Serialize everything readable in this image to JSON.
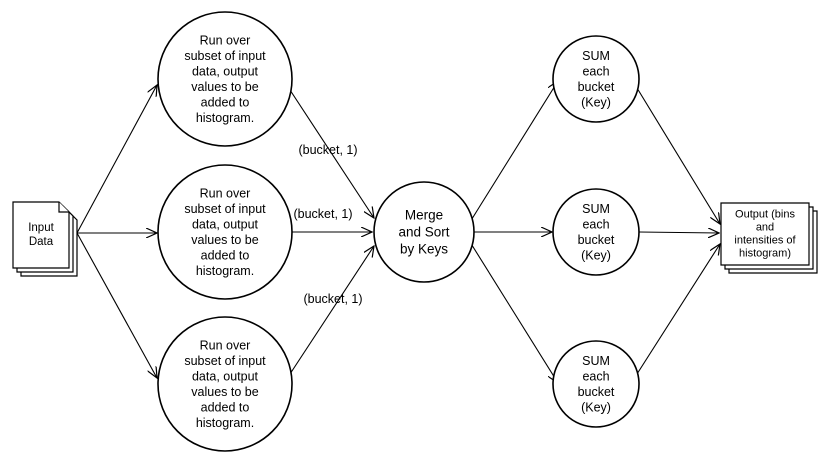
{
  "input": {
    "lines": [
      "Input",
      "Data"
    ]
  },
  "mappers": [
    {
      "lines": [
        "Run over",
        "subset of input",
        "data, output",
        "values to be",
        "added to",
        "histogram."
      ]
    },
    {
      "lines": [
        "Run over",
        "subset of input",
        "data, output",
        "values to be",
        "added to",
        "histogram."
      ]
    },
    {
      "lines": [
        "Run over",
        "subset of input",
        "data, output",
        "values to be",
        "added to",
        "histogram."
      ]
    }
  ],
  "merge": {
    "lines": [
      "Merge",
      "and Sort",
      "by Keys"
    ]
  },
  "reducers": [
    {
      "lines": [
        "SUM",
        "each",
        "bucket",
        "(Key)"
      ]
    },
    {
      "lines": [
        "SUM",
        "each",
        "bucket",
        "(Key)"
      ]
    },
    {
      "lines": [
        "SUM",
        "each",
        "bucket",
        "(Key)"
      ]
    }
  ],
  "output": {
    "lines": [
      "Output (bins",
      "and",
      "intensities of",
      "histogram)"
    ]
  },
  "edge_labels": [
    "(bucket, 1)",
    "(bucket, 1)",
    "(bucket, 1)"
  ]
}
